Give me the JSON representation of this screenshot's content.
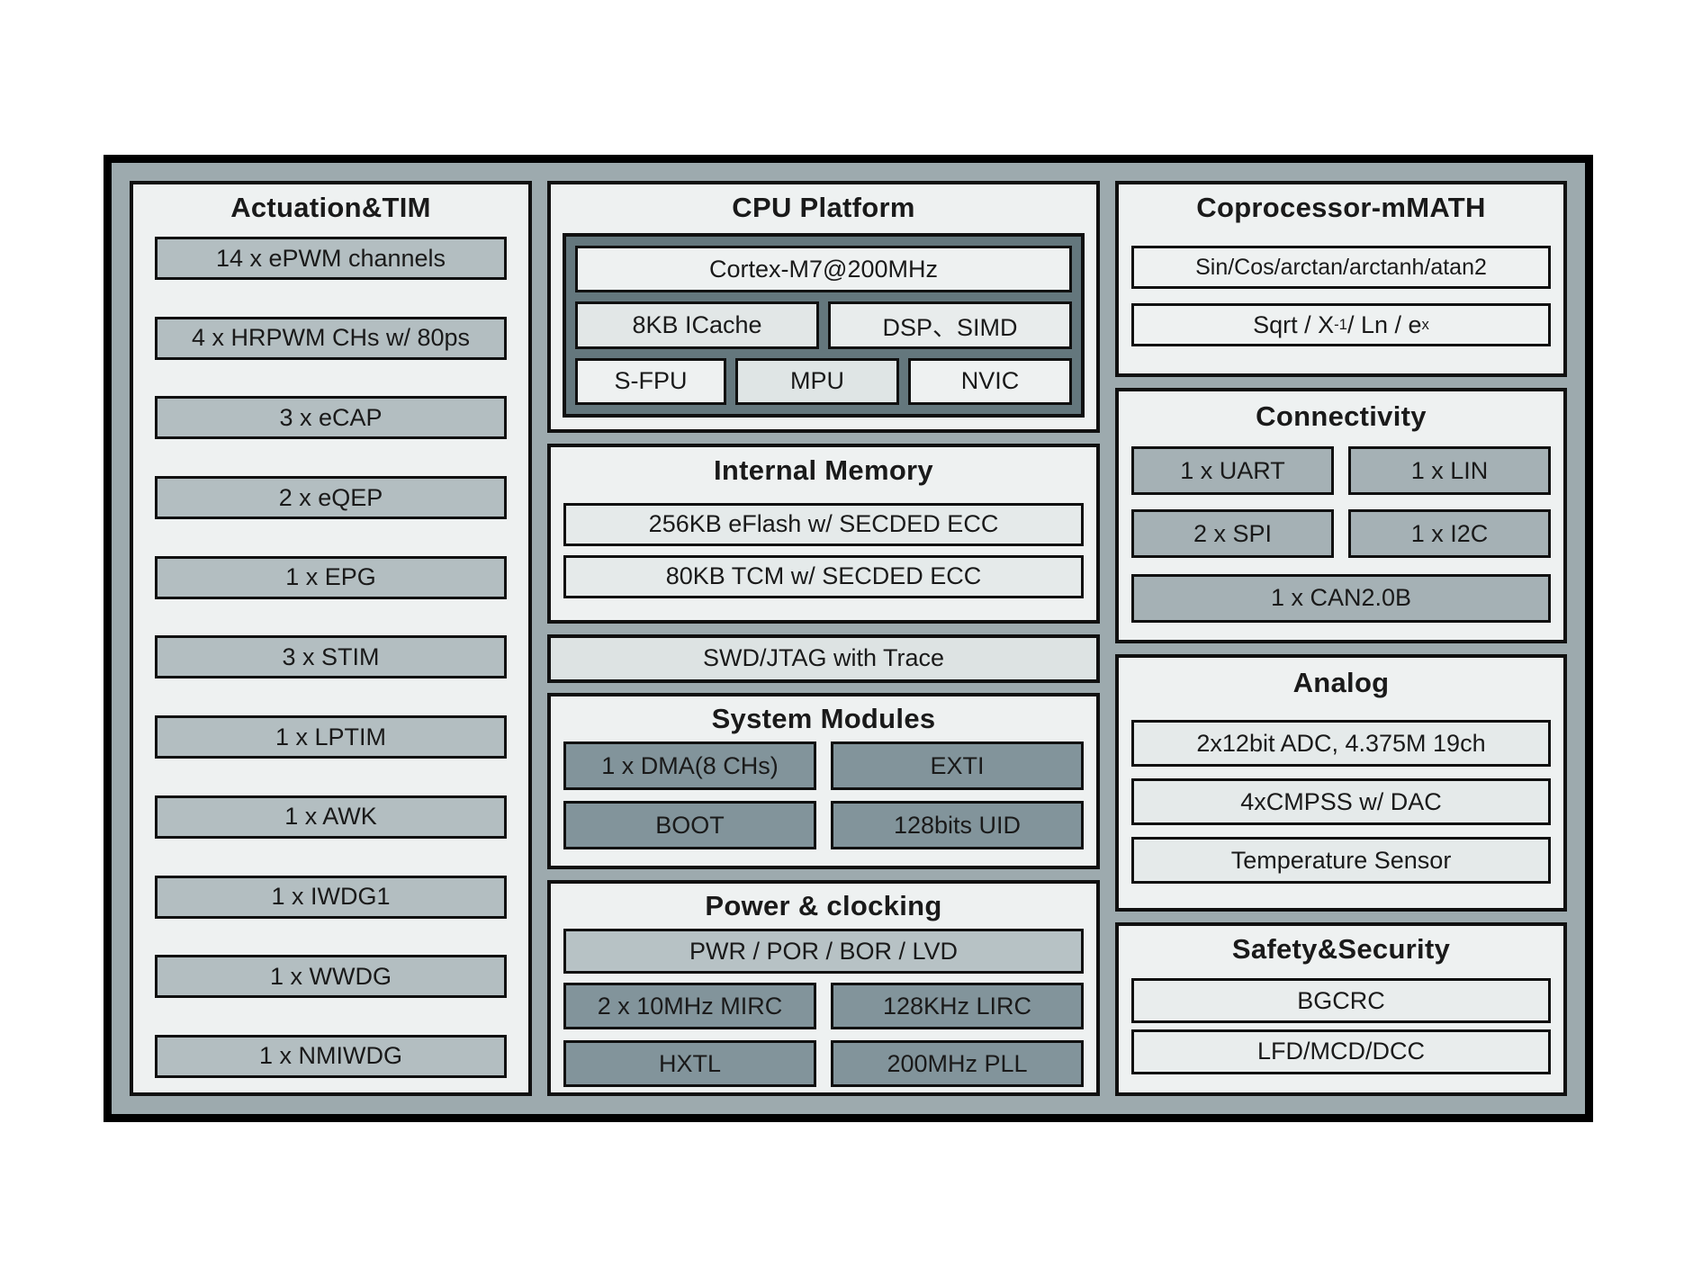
{
  "colors": {
    "frame": "#9daaae",
    "panel": "#eef1f1",
    "bar-medium": "#b3bec1",
    "bar-connect": "#a5b1b5",
    "bar-dark": "#82949b",
    "bar-pwr": "#b7c2c5",
    "bar-light": "#e5eaea",
    "swd-bar": "#dde3e3",
    "cpu-inner": "#64777d"
  },
  "actuation": {
    "title": "Actuation&TIM",
    "items": [
      "14 x ePWM channels",
      "4 x HRPWM CHs w/ 80ps",
      "3 x eCAP",
      "2 x eQEP",
      "1 x EPG",
      "3 x STIM",
      "1 x LPTIM",
      "1 x AWK",
      "1 x IWDG1",
      "1 x WWDG",
      "1 x NMIWDG"
    ]
  },
  "cpu": {
    "title": "CPU Platform",
    "core": "Cortex-M7@200MHz",
    "icache": "8KB ICache",
    "dsp": "DSP、SIMD",
    "sfpu": "S-FPU",
    "mpu": "MPU",
    "nvic": "NVIC"
  },
  "memory": {
    "title": "Internal Memory",
    "items": [
      "256KB eFlash w/ SECDED ECC",
      "80KB TCM w/ SECDED ECC"
    ]
  },
  "debug_bar": "SWD/JTAG with Trace",
  "system": {
    "title": "System Modules",
    "items": [
      "1 x DMA(8 CHs)",
      "EXTI",
      "BOOT",
      "128bits UID"
    ]
  },
  "power": {
    "title": "Power & clocking",
    "bar": "PWR / POR / BOR / LVD",
    "items": [
      "2 x 10MHz MIRC",
      "128KHz LIRC",
      "HXTL",
      "200MHz PLL"
    ]
  },
  "coprocessor": {
    "title": "Coprocessor-mMATH",
    "item1": "Sin/Cos/arctan/arctanh/atan2",
    "item2": {
      "p1": "Sqrt / X",
      "sup1": "-1",
      "p2": " / Ln / e",
      "sup2": "x"
    }
  },
  "connectivity": {
    "title": "Connectivity",
    "grid": [
      "1 x UART",
      "1 x LIN",
      "2 x SPI",
      "1 x I2C"
    ],
    "bar": "1 x CAN2.0B"
  },
  "analog": {
    "title": "Analog",
    "items": [
      "2x12bit ADC, 4.375M 19ch",
      "4xCMPSS w/ DAC",
      "Temperature Sensor"
    ]
  },
  "safety": {
    "title": "Safety&Security",
    "items": [
      "BGCRC",
      "LFD/MCD/DCC"
    ]
  }
}
